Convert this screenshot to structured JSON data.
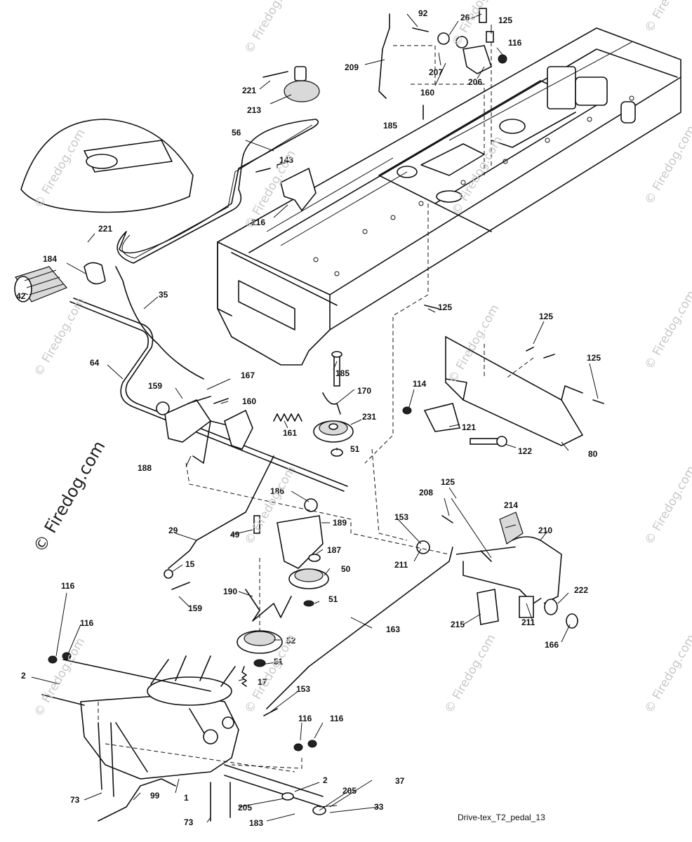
{
  "diagram": {
    "drawing_code": "Drive-tex_T2_pedal_13",
    "watermark": "© Firedog.com",
    "brand_watermark": "© Firedog.com"
  },
  "part_labels": [
    "92",
    "125",
    "26",
    "209",
    "116",
    "207",
    "206",
    "160",
    "221",
    "213",
    "185",
    "56",
    "143",
    "216",
    "221",
    "184",
    "42",
    "35",
    "125",
    "125",
    "125",
    "64",
    "167",
    "185",
    "170",
    "159",
    "160",
    "114",
    "161",
    "231",
    "121",
    "51",
    "188",
    "122",
    "80",
    "186",
    "208",
    "125",
    "214",
    "49",
    "189",
    "153",
    "210",
    "29",
    "187",
    "211",
    "50",
    "15",
    "190",
    "51",
    "159",
    "222",
    "211",
    "163",
    "166",
    "215",
    "52",
    "116",
    "116",
    "51",
    "17",
    "2",
    "153",
    "116",
    "116",
    "2",
    "205",
    "37",
    "73",
    "1",
    "99",
    "205",
    "33",
    "183",
    "73"
  ]
}
